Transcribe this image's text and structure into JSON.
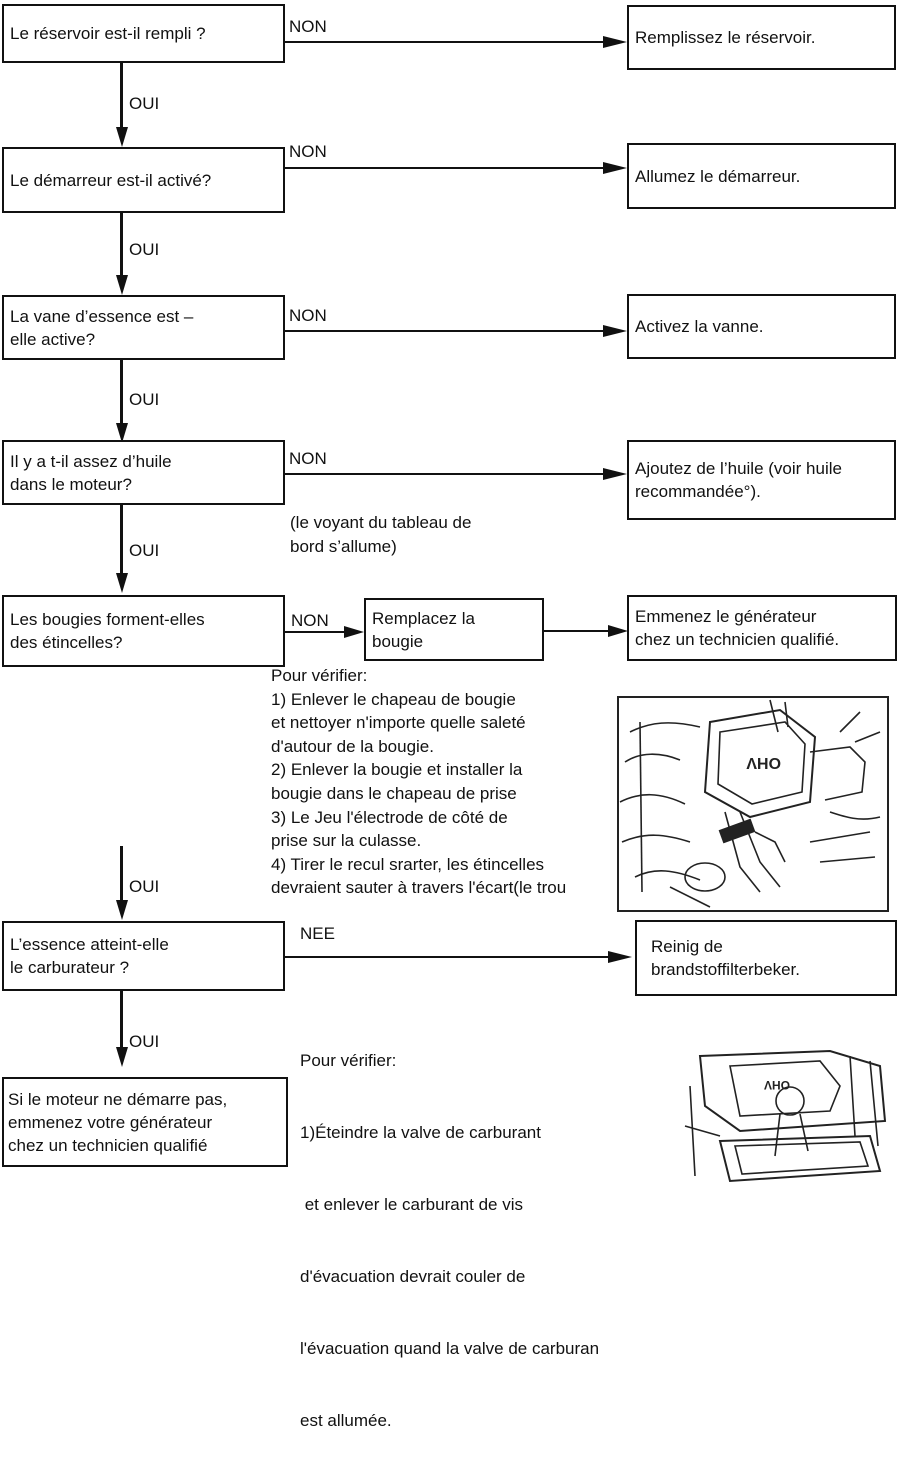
{
  "questions": {
    "q1": "Le réservoir est-il rempli ?",
    "q2": "Le démarreur est-il activé?",
    "q3_line1": "La vane d’essence est –",
    "q3_line2": "elle active?",
    "q4_line1": "Il y a t-il assez d’huile",
    "q4_line2": "dans le moteur?",
    "q5_line1": "Les bougies forment-elles",
    "q5_line2": "des étincelles?",
    "q6_line1": "L’essence atteint-elle",
    "q6_line2": "le carburateur ?"
  },
  "actions": {
    "a1": "Remplissez le réservoir.",
    "a2": "Allumez le démarreur.",
    "a3": "Activez la vanne.",
    "a4_line1": "Ajoutez de l’huile (voir huile",
    "a4_line2": "recommandée°).",
    "a5a_line1": "Remplacez la",
    "a5a_line2": "bougie",
    "a5b_line1": "Emmenez le générateur",
    "a5b_line2": "chez un technicien qualifié.",
    "a6_line1": "Reinig de",
    "a6_line2": "brandstoffilterbeker.",
    "final_line1": "Si le moteur ne démarre pas,",
    "final_line2": "emmenez votre générateur",
    "final_line3": "chez un technicien qualifié"
  },
  "labels": {
    "non": "NON",
    "oui": "OUI",
    "nee": "NEE"
  },
  "notes": {
    "oil_note_line1": "(le voyant du tableau de",
    "oil_note_line2": "bord s’allume)",
    "spark_check": [
      "Pour vérifier:",
      "1)  Enlever le chapeau de bougie",
      "et nettoyer n'importe quelle saleté",
      "d'autour de la bougie.",
      "2)  Enlever la bougie et installer la",
      "bougie dans le chapeau de prise",
      "3)  Le Jeu l'électrode de côté de",
      "prise sur la culasse.",
      "4)  Tirer le recul srarter, les étincelles",
      "devraient sauter à travers l'écart(le trou"
    ],
    "fuel_check": [
      "Pour vérifier:",
      "1)Éteindre la valve de carburant",
      " et enlever le carburant de vis",
      "d'évacuation devrait couler de",
      "l'évacuation quand la valve de carburan",
      "est allumée."
    ]
  },
  "illustrations": {
    "spark_plug": "spark-plug-check-illustration",
    "fuel_drain": "fuel-drain-illustration",
    "plate_text": "OHV"
  }
}
